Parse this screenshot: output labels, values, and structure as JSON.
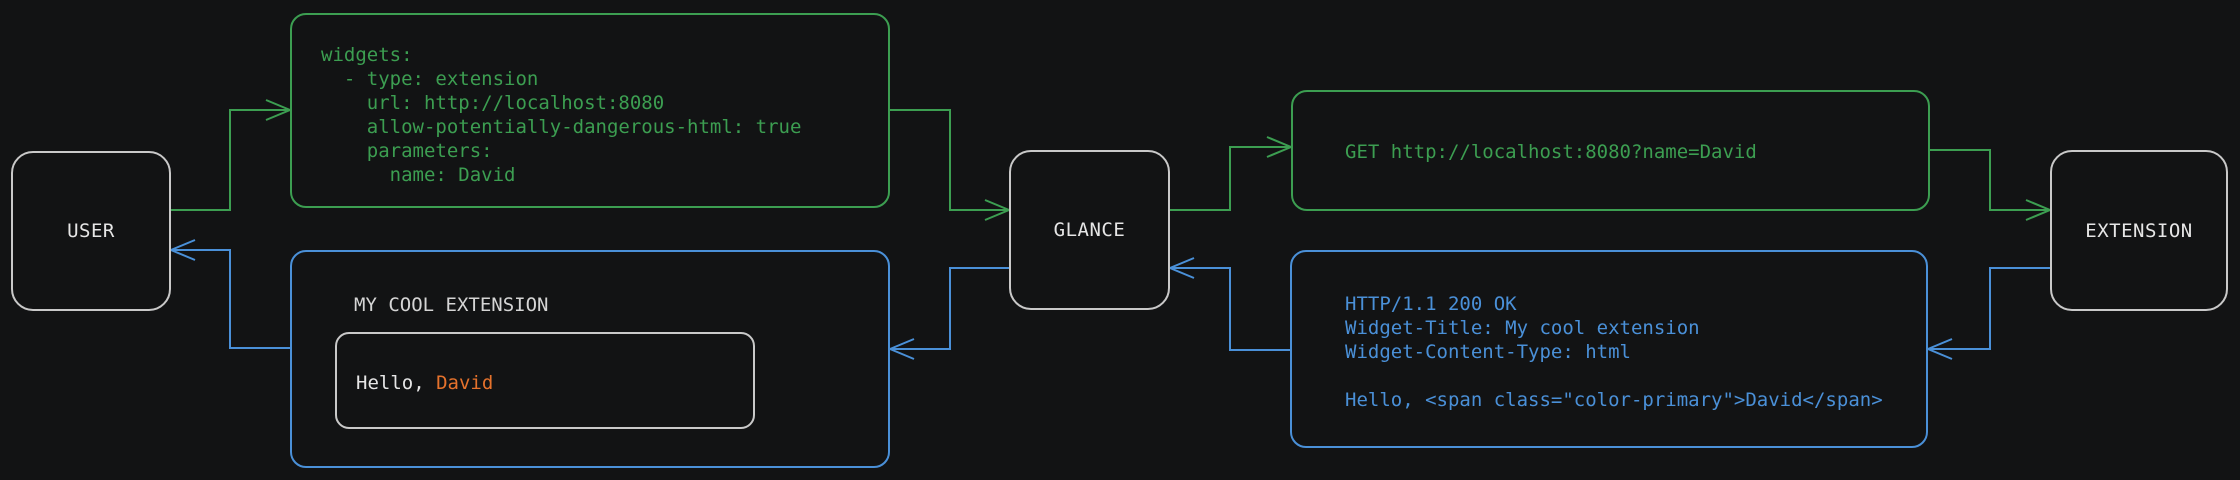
{
  "colors": {
    "background": "#121314",
    "green": "#3c9e51",
    "blue": "#4a90d8",
    "orange": "#e5722c",
    "node-border": "#c9c9c9",
    "node-text": "#e6e6e6",
    "light-text": "#e6e6e6",
    "dim-text": "#d5d5d5",
    "inner-border": "#c9c9c9"
  },
  "nodes": {
    "user": {
      "label": "USER"
    },
    "glance": {
      "label": "GLANCE"
    },
    "extension": {
      "label": "EXTENSION"
    }
  },
  "config_box": {
    "code": "widgets:\n  - type: extension\n    url: http://localhost:8080\n    allow-potentially-dangerous-html: true\n    parameters:\n      name: David"
  },
  "request_box": {
    "code": "GET http://localhost:8080?name=David"
  },
  "response_box": {
    "code": "HTTP/1.1 200 OK\nWidget-Title: My cool extension\nWidget-Content-Type: html\n\nHello, <span class=\"color-primary\">David</span>"
  },
  "widget_box": {
    "title": "MY COOL EXTENSION",
    "greeting_prefix": "Hello, ",
    "greeting_name": "David"
  }
}
